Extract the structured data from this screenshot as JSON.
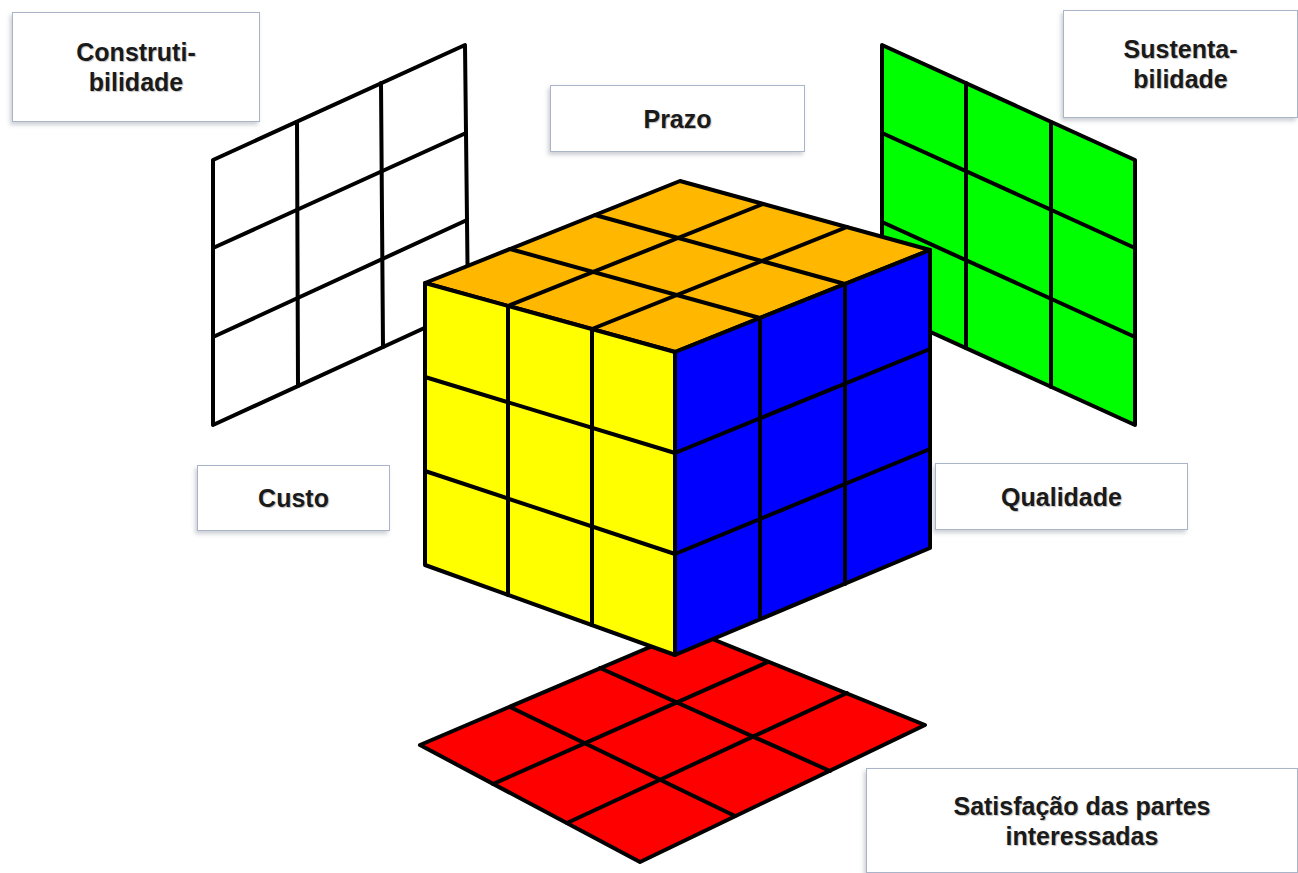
{
  "diagram": {
    "nodes": [
      {
        "text": [
          "Construti- bilidade"
        ]
      },
      {
        "text": [
          "Prazo"
        ]
      },
      {
        "text": [
          "Sustenta- bilidade"
        ]
      },
      {
        "text": [
          "Custo"
        ]
      },
      {
        "text": [
          "Qualidade"
        ]
      },
      {
        "text": [
          "Satisfação das partes interessadas"
        ]
      }
    ]
  }
}
